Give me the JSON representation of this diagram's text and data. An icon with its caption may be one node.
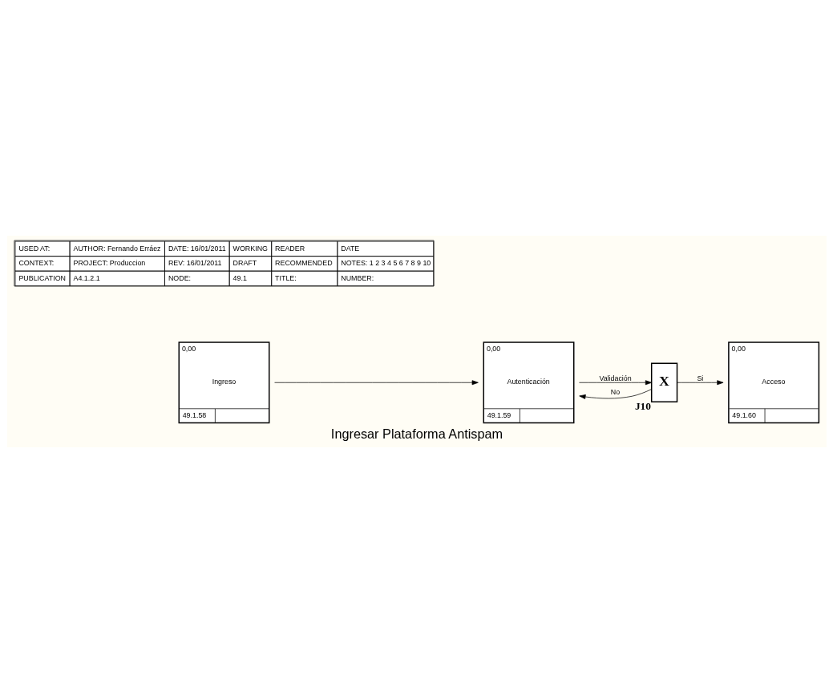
{
  "diagram": {
    "title": "Ingresar Plataforma Antispam",
    "nodes": [
      {
        "text": [
          "0,00",
          "Ingreso",
          "49.1.58"
        ]
      },
      {
        "text": [
          "0,00",
          "Autenticación",
          "49.1.59"
        ]
      },
      {
        "text": [
          "X"
        ],
        "beside": [
          "J10"
        ]
      },
      {
        "text": [
          "0,00",
          "Acceso",
          "49.1.60"
        ]
      }
    ],
    "edges": [
      {
        "from": 0,
        "to": 1,
        "arrow": "to"
      },
      {
        "from": 1,
        "to": 2,
        "arrow": "to",
        "label": "Validación"
      },
      {
        "from": 2,
        "to": 3,
        "arrow": "to",
        "label": "Si"
      },
      {
        "from": 2,
        "to": 1,
        "arrow": "to",
        "label": "No"
      }
    ],
    "labels": [
      "USED AT:",
      "AUTHOR: Fernando Erráez",
      "DATE: 16/01/2011",
      "WORKING",
      "READER",
      "DATE",
      "CONTEXT:",
      "PROJECT: Produccion",
      "REV: 16/01/2011",
      "DRAFT",
      "RECOMMENDED",
      "NOTES: 1 2 3 4 5 6 7 8 9 10",
      "PUBLICATION",
      "A4.1.2.1",
      "NODE:",
      "49.1",
      "TITLE:",
      "NUMBER:"
    ]
  }
}
